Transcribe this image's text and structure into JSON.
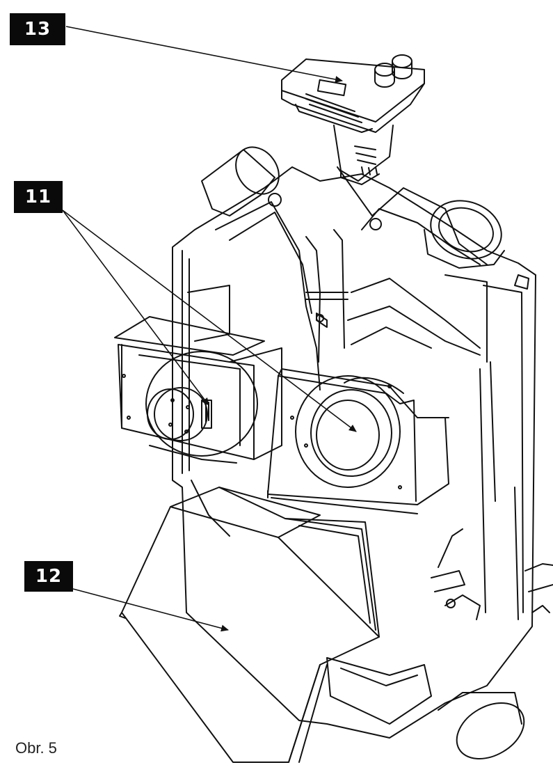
{
  "callouts": {
    "c13": "13",
    "c11": "11",
    "c12": "12"
  },
  "caption": "Obr. 5",
  "colors": {
    "line": "#111111",
    "label_bg": "#0a0a0a",
    "label_text": "#ffffff",
    "paper": "#ffffff"
  }
}
